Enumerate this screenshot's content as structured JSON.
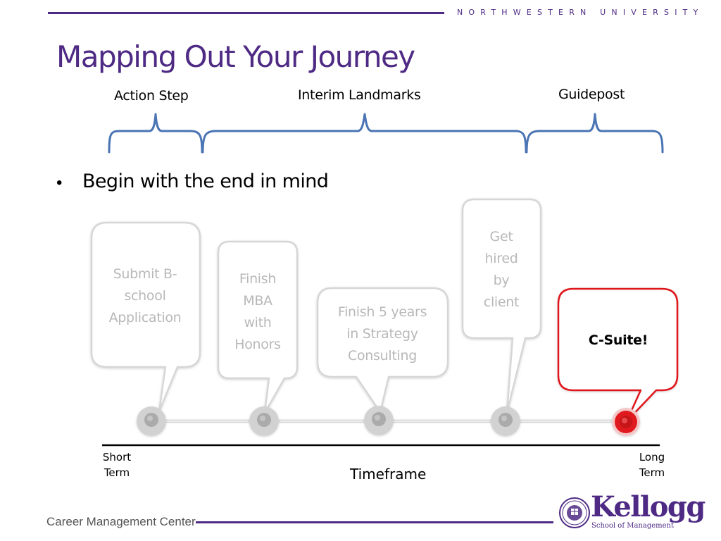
{
  "header": {
    "university": "NORTHWESTERN UNIVERSITY",
    "title": "Mapping Out Your Journey"
  },
  "braces": {
    "action_step": "Action Step",
    "interim_landmarks": "Interim Landmarks",
    "guidepost": "Guidepost",
    "color": "#4a74b4"
  },
  "bullet": {
    "marker": "•",
    "text": "Begin with the end in mind"
  },
  "milestones": [
    {
      "text": "Submit B-school Application",
      "lines": [
        "Submit B-",
        "school",
        "Application"
      ],
      "highlight": false
    },
    {
      "text": "Finish MBA with Honors",
      "lines": [
        "Finish",
        "MBA",
        "with",
        "Honors"
      ],
      "highlight": false
    },
    {
      "text": "Finish 5 years in Strategy Consulting",
      "lines": [
        "Finish 5 years",
        "in Strategy",
        "Consulting"
      ],
      "highlight": false
    },
    {
      "text": "Get hired by client",
      "lines": [
        "Get",
        "hired",
        "by",
        "client"
      ],
      "highlight": false
    },
    {
      "text": "C-Suite!",
      "lines": [
        "C-Suite!"
      ],
      "highlight": true
    }
  ],
  "timeline": {
    "start_label_line1": "Short",
    "start_label_line2": "Term",
    "end_label_line1": "Long",
    "end_label_line2": "Term",
    "axis_label": "Timeframe",
    "highlight_color": "#e0191e",
    "muted_color": "#c8c8c8"
  },
  "footer": {
    "center": "Career Management Center",
    "logo_word": "Kellogg",
    "logo_sub": "School of Management"
  },
  "colors": {
    "purple": "#4e2a84"
  }
}
